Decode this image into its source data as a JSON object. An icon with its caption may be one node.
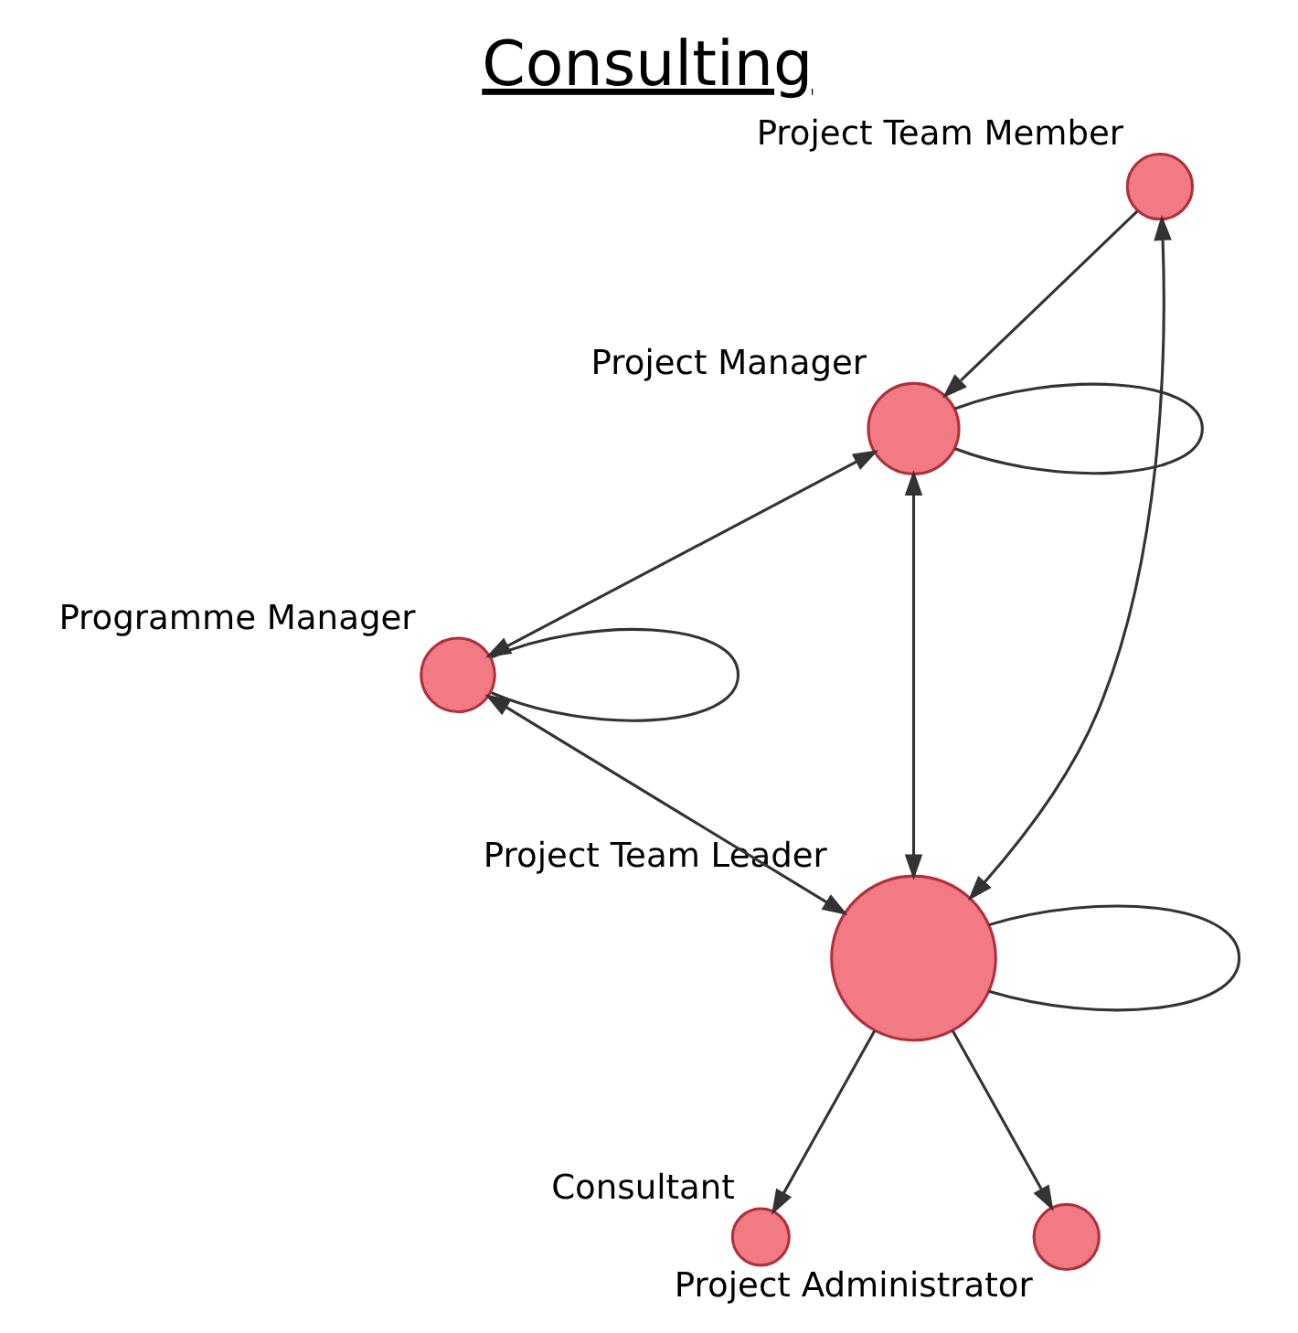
{
  "diagram": {
    "title": "Consulting",
    "nodes": [
      {
        "text": [
          "Project Team Member"
        ]
      },
      {
        "text": [
          "Project Manager"
        ]
      },
      {
        "text": [
          "Programme Manager"
        ]
      },
      {
        "text": [
          "Project Team Leader"
        ]
      },
      {
        "text": [
          "Consultant"
        ]
      },
      {
        "text": [
          "Project Administrator"
        ]
      }
    ],
    "edges": [
      {
        "from": 0,
        "to": 1,
        "arrow": "to"
      },
      {
        "from": 1,
        "to": 1,
        "arrow": "none"
      },
      {
        "from": 1,
        "to": 2,
        "arrow": "both"
      },
      {
        "from": 1,
        "to": 3,
        "arrow": "both"
      },
      {
        "from": 3,
        "to": 0,
        "arrow": "both"
      },
      {
        "from": 2,
        "to": 2,
        "arrow": "none"
      },
      {
        "from": 2,
        "to": 3,
        "arrow": "both"
      },
      {
        "from": 3,
        "to": 3,
        "arrow": "none"
      },
      {
        "from": 3,
        "to": 4,
        "arrow": "to"
      },
      {
        "from": 3,
        "to": 5,
        "arrow": "to"
      }
    ]
  }
}
